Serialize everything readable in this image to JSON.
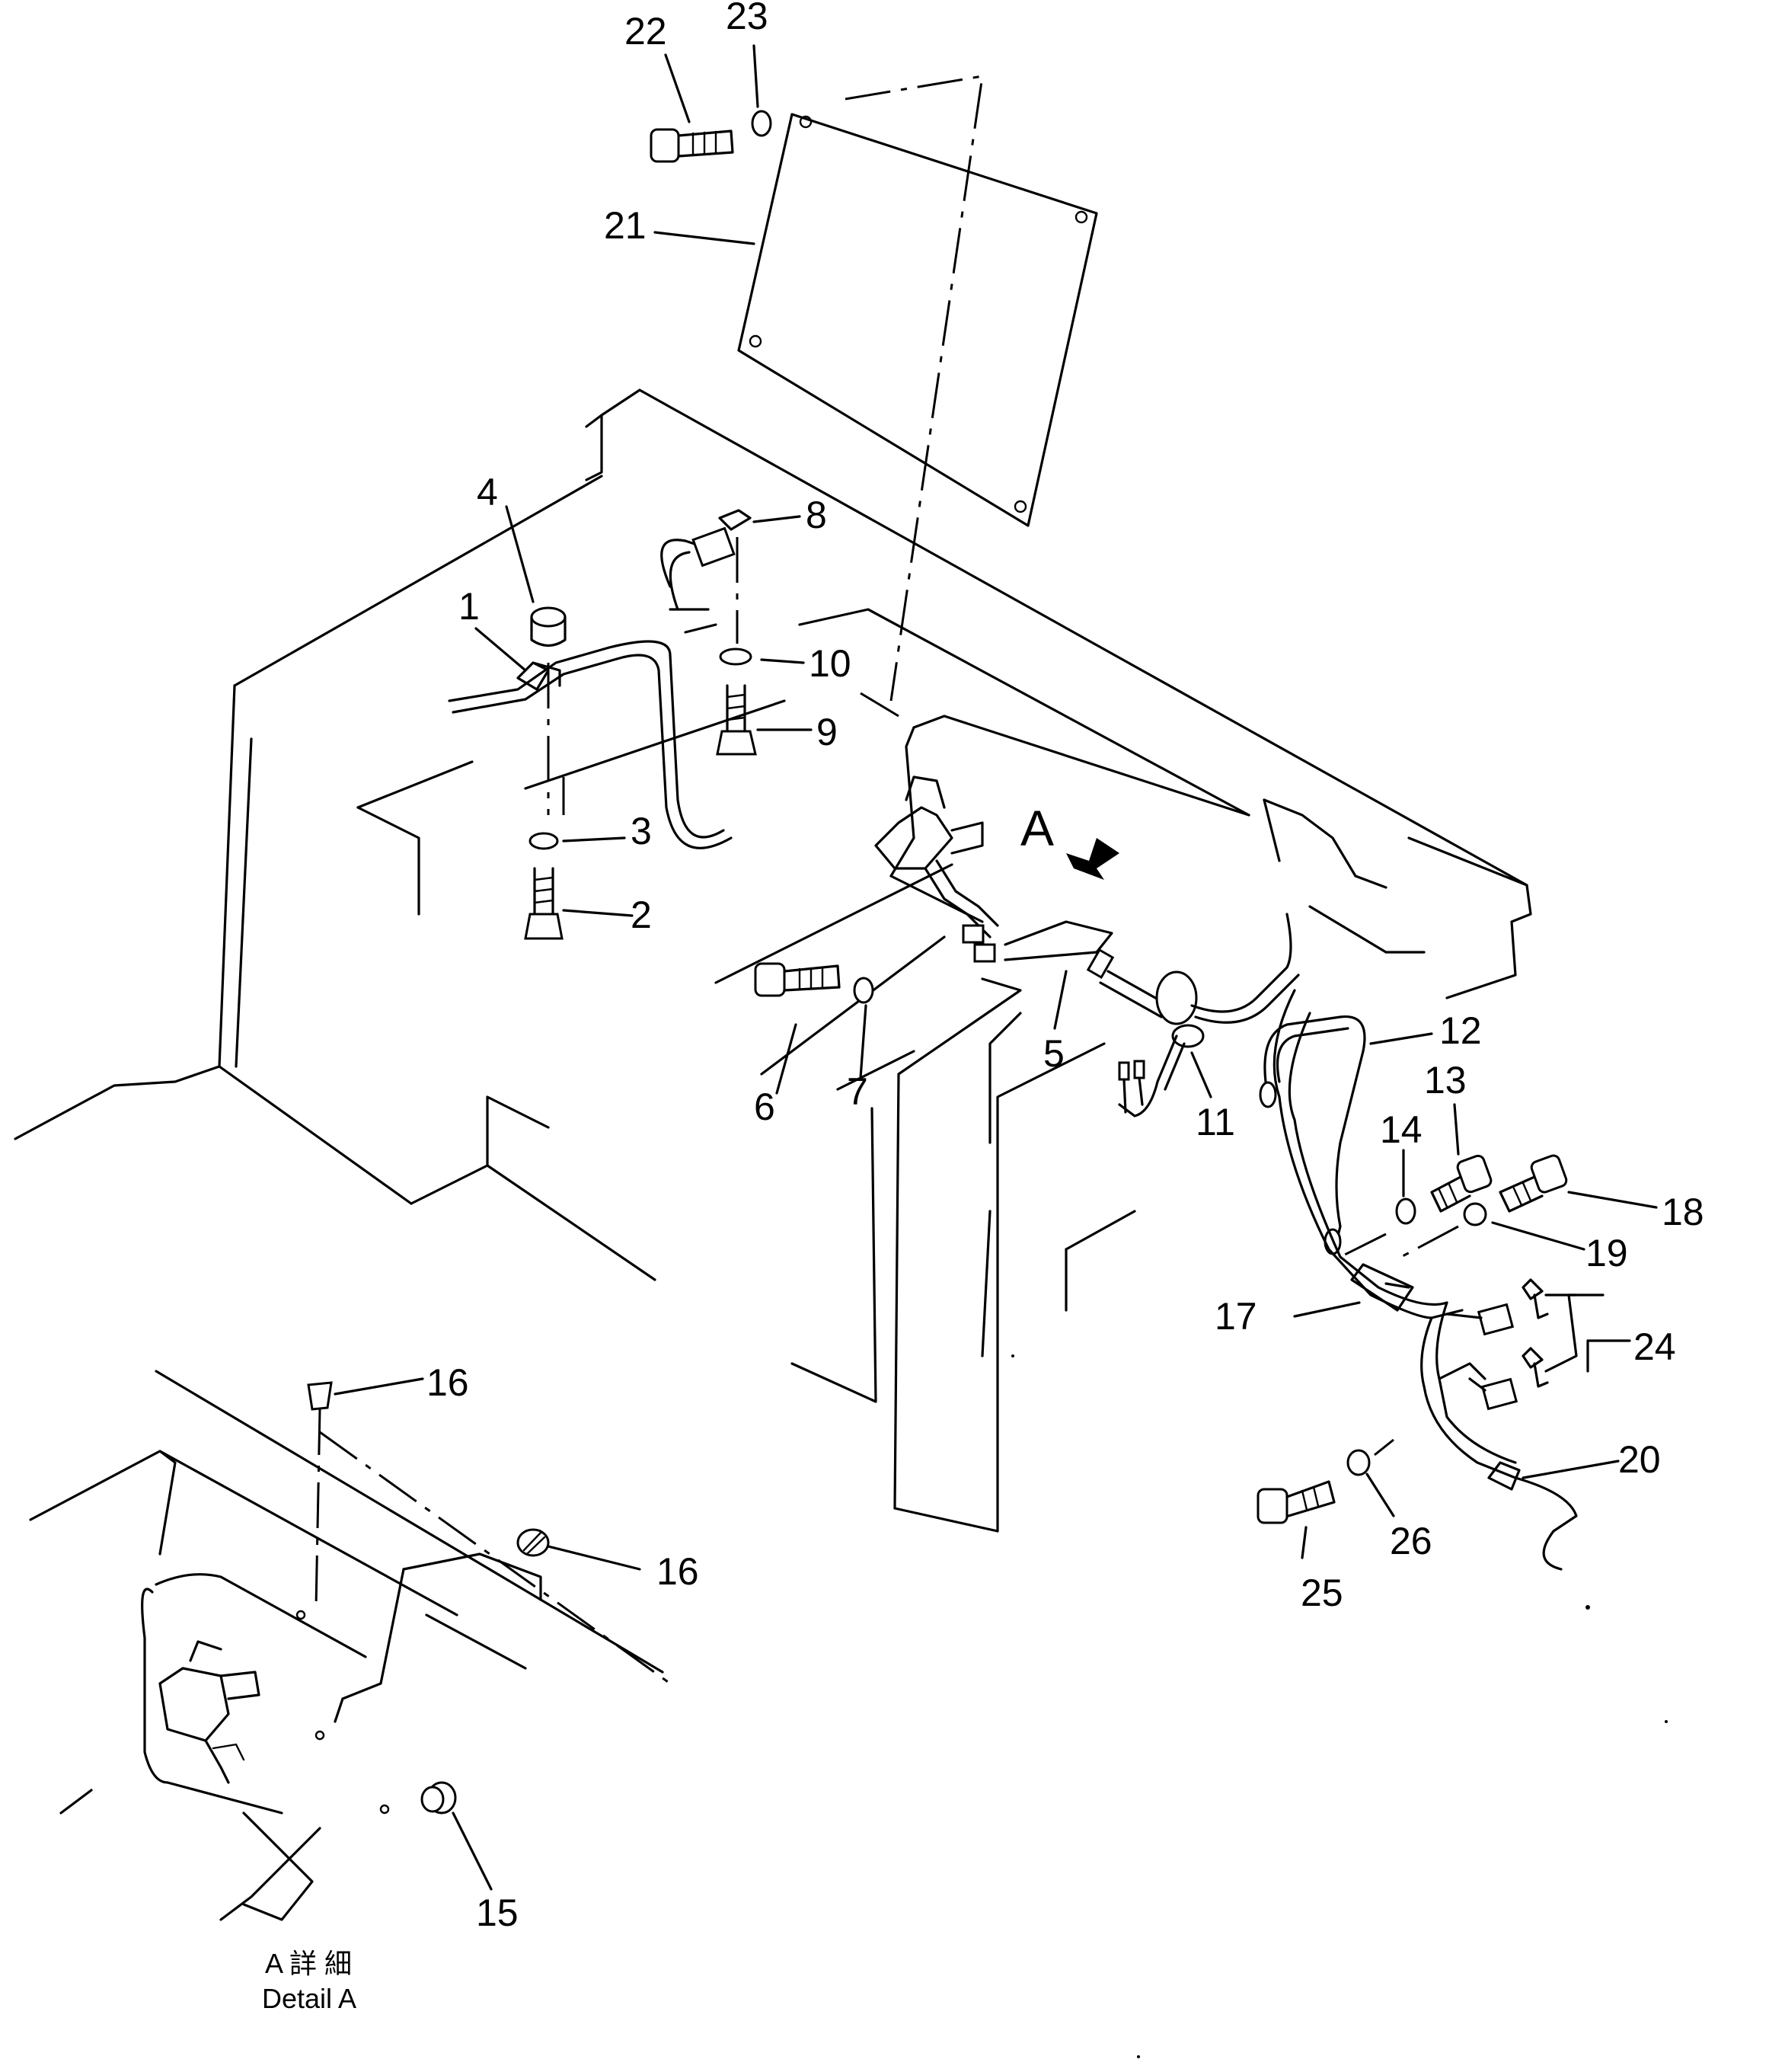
{
  "callouts": {
    "c1": "1",
    "c2": "2",
    "c3": "3",
    "c4": "4",
    "c5": "5",
    "c6": "6",
    "c7": "7",
    "c8": "8",
    "c9": "9",
    "c10": "10",
    "c11": "11",
    "c12": "12",
    "c13": "13",
    "c14": "14",
    "c15": "15",
    "c16a": "16",
    "c16b": "16",
    "c17": "17",
    "c18": "18",
    "c19": "19",
    "c20": "20",
    "c21": "21",
    "c22": "22",
    "c23": "23",
    "c24": "24",
    "c25": "25",
    "c26": "26"
  },
  "view_marker": "A",
  "detail_caption": {
    "jp": "A 詳 細",
    "en": "Detail A"
  }
}
